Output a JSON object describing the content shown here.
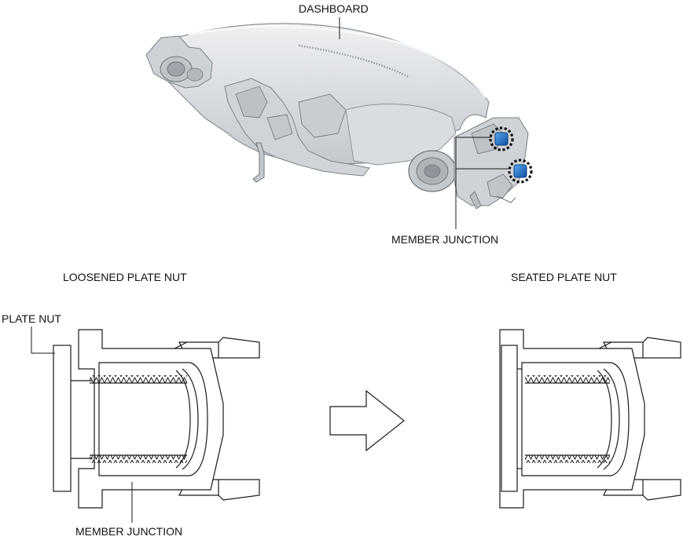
{
  "labels": {
    "dashboard": "DASHBOARD",
    "member_junction_top": "MEMBER JUNCTION",
    "loosened_title": "LOOSENED PLATE NUT",
    "seated_title": "SEATED PLATE NUT",
    "plate_nut": "PLATE NUT",
    "member_junction_bottom": "MEMBER JUNCTION"
  },
  "colors": {
    "line": "#1a1a1a",
    "dashboard_fill": "#d4d8dc",
    "highlight_blue": "#1f6fc9"
  }
}
